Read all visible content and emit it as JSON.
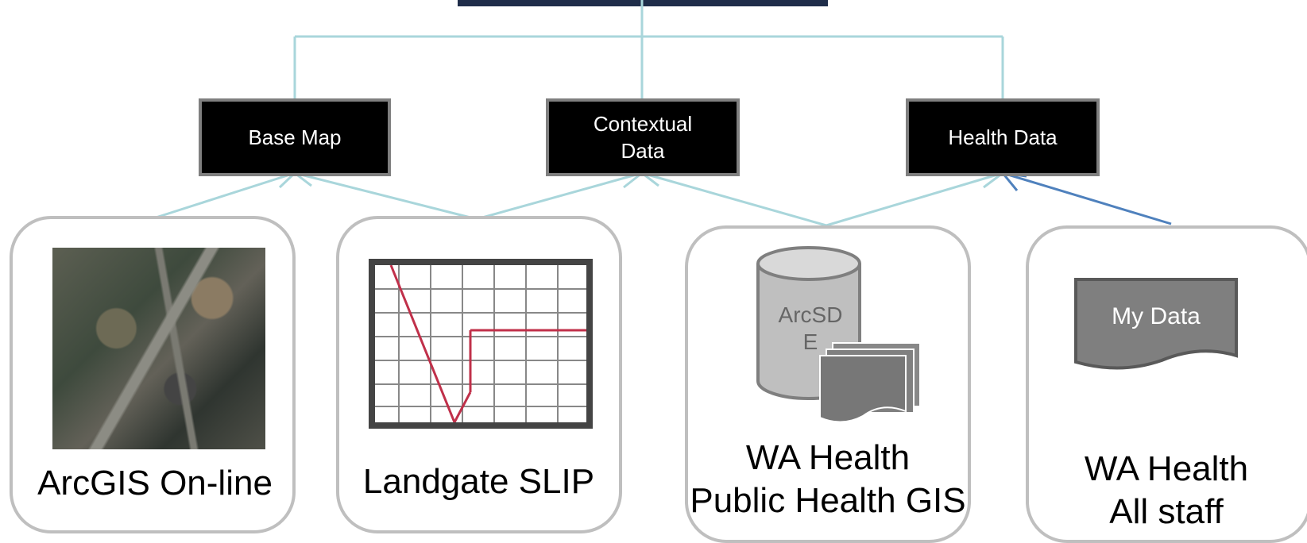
{
  "categories": {
    "base_map": "Base Map",
    "contextual_data": "Contextual\nData",
    "health_data": "Health Data"
  },
  "sources": {
    "arcgis_online": "ArcGIS On-line",
    "landgate_slip": "Landgate SLIP",
    "wa_health_public": "WA Health\nPublic Health GIS",
    "wa_health_staff": "WA Health\nAll staff"
  },
  "icons": {
    "database_label": "ArcSD\nE",
    "document_label": "My Data"
  },
  "colors": {
    "connector_light": "#a9d6db",
    "connector_dark": "#4f81bd",
    "box_fill": "#000000",
    "box_border": "#7f7f7f",
    "card_border": "#bfbfbf"
  }
}
